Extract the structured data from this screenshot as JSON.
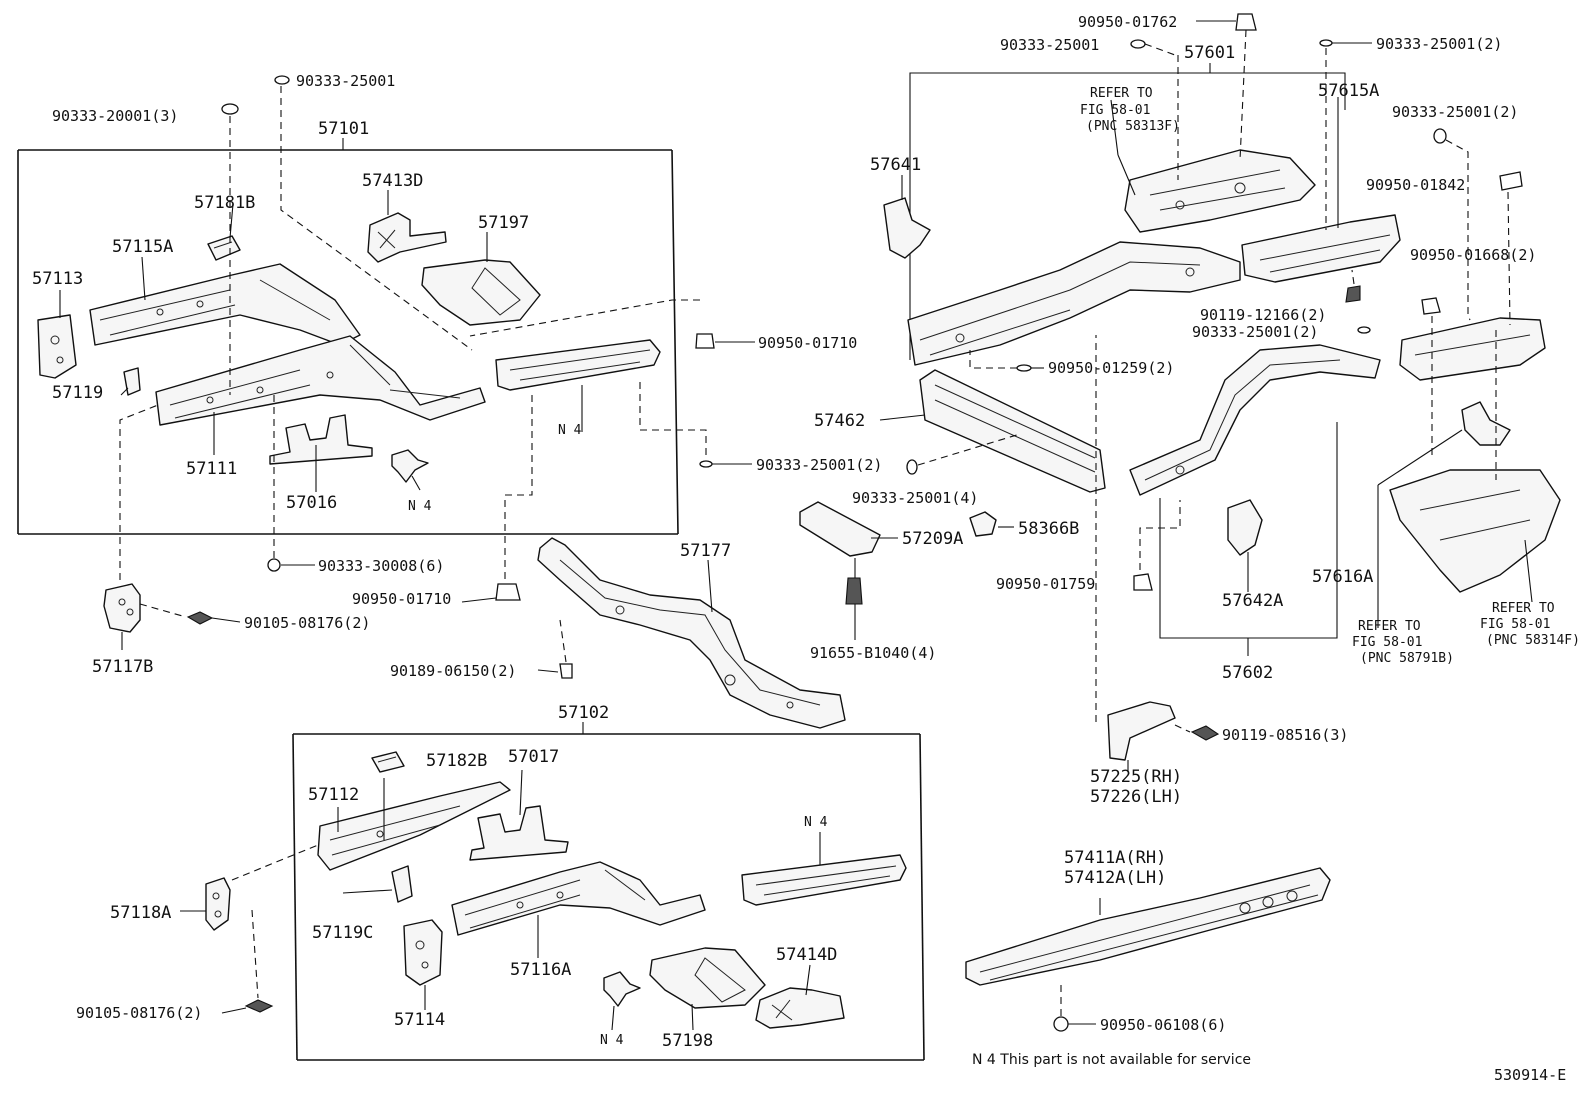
{
  "labels": {
    "p57101": "57101",
    "p57102": "57102",
    "p57413D": "57413D",
    "p57197": "57197",
    "p57181B": "57181B",
    "p57115A": "57115A",
    "p57113": "57113",
    "p57119": "57119",
    "p57111": "57111",
    "p57016": "57016",
    "n4_a": "N 4",
    "n4_b": "N 4",
    "n4_c": "N 4",
    "n4_d": "N 4",
    "f90333_20001_3": "90333-20001(3)",
    "f90333_25001_top": "90333-25001",
    "f90950_01710_a": "90950-01710",
    "f90333_25001_2_mid": "90333-25001(2)",
    "f90333_30008_6": "90333-30008(6)",
    "f90950_01710_b": "90950-01710",
    "f90105_08176_2_a": "90105-08176(2)",
    "p57117B": "57117B",
    "p57177": "57177",
    "f90189_06150_2": "90189-06150(2)",
    "p57182B": "57182B",
    "p57017": "57017",
    "p57112": "57112",
    "p57118A": "57118A",
    "p57119C": "57119C",
    "p57116A": "57116A",
    "p57114": "57114",
    "p57198": "57198",
    "p57414D": "57414D",
    "f90105_08176_2_b": "90105-08176(2)",
    "f90950_01762": "90950-01762",
    "f90333_25001_r1": "90333-25001",
    "p57601": "57601",
    "f90333_25001_2_r1": "90333-25001(2)",
    "refer1_a": "REFER TO",
    "refer1_b": "FIG 58-01",
    "refer1_c": "(PNC 58313F)",
    "p57615A": "57615A",
    "f90333_25001_2_r2": "90333-25001(2)",
    "p57641": "57641",
    "f90950_01842": "90950-01842",
    "f90950_01668_2": "90950-01668(2)",
    "f90119_12166_2": "90119-12166(2)",
    "f90333_25001_2_r3": "90333-25001(2)",
    "f90950_01259_2": "90950-01259(2)",
    "p57462": "57462",
    "f90333_25001_4": "90333-25001(4)",
    "p57209A": "57209A",
    "p58366B": "58366B",
    "f91655_B1040_4": "91655-B1040(4)",
    "f90950_01759": "90950-01759",
    "p57642A": "57642A",
    "p57616A": "57616A",
    "p57602": "57602",
    "refer2_a": "REFER TO",
    "refer2_b": "FIG 58-01",
    "refer2_c": "(PNC 58791B)",
    "refer3_a": "REFER TO",
    "refer3_b": "FIG 58-01",
    "refer3_c": "(PNC 58314F)",
    "f90119_08516_3": "90119-08516(3)",
    "p57225": "57225(RH)",
    "p57226": "57226(LH)",
    "p57411A": "57411A(RH)",
    "p57412A": "57412A(LH)",
    "f90950_06108_6": "90950-06108(6)"
  },
  "footnote": "N 4 This part is not available for service",
  "diagram_id": "530914-E"
}
